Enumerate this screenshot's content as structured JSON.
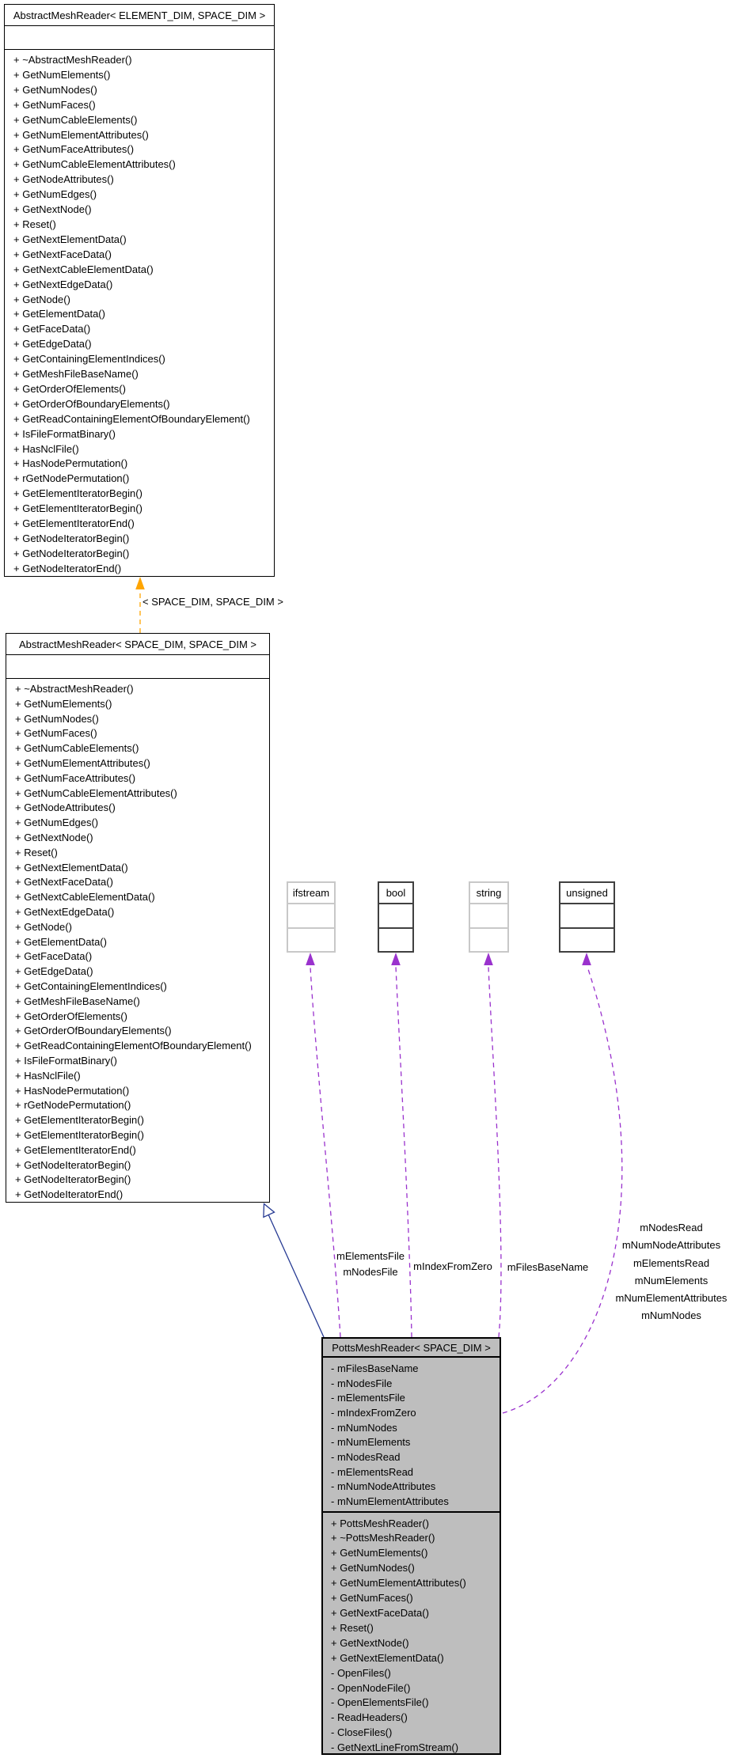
{
  "diagram": {
    "template_class": {
      "title": "AbstractMeshReader< ELEMENT_DIM, SPACE_DIM >",
      "methods": [
        "+ ~AbstractMeshReader()",
        "+ GetNumElements()",
        "+ GetNumNodes()",
        "+ GetNumFaces()",
        "+ GetNumCableElements()",
        "+ GetNumElementAttributes()",
        "+ GetNumFaceAttributes()",
        "+ GetNumCableElementAttributes()",
        "+ GetNodeAttributes()",
        "+ GetNumEdges()",
        "+ GetNextNode()",
        "+ Reset()",
        "+ GetNextElementData()",
        "+ GetNextFaceData()",
        "+ GetNextCableElementData()",
        "+ GetNextEdgeData()",
        "+ GetNode()",
        "+ GetElementData()",
        "+ GetFaceData()",
        "+ GetEdgeData()",
        "+ GetContainingElementIndices()",
        "+ GetMeshFileBaseName()",
        "+ GetOrderOfElements()",
        "+ GetOrderOfBoundaryElements()",
        "+ GetReadContainingElementOfBoundaryElement()",
        "+ IsFileFormatBinary()",
        "+ HasNclFile()",
        "+ HasNodePermutation()",
        "+ rGetNodePermutation()",
        "+ GetElementIteratorBegin()",
        "+ GetElementIteratorBegin()",
        "+ GetElementIteratorEnd()",
        "+ GetNodeIteratorBegin()",
        "+ GetNodeIteratorBegin()",
        "+ GetNodeIteratorEnd()"
      ]
    },
    "template_edge_label": "< SPACE_DIM, SPACE_DIM >",
    "instance_class": {
      "title": "AbstractMeshReader< SPACE_DIM, SPACE_DIM >",
      "methods": [
        "+ ~AbstractMeshReader()",
        "+ GetNumElements()",
        "+ GetNumNodes()",
        "+ GetNumFaces()",
        "+ GetNumCableElements()",
        "+ GetNumElementAttributes()",
        "+ GetNumFaceAttributes()",
        "+ GetNumCableElementAttributes()",
        "+ GetNodeAttributes()",
        "+ GetNumEdges()",
        "+ GetNextNode()",
        "+ Reset()",
        "+ GetNextElementData()",
        "+ GetNextFaceData()",
        "+ GetNextCableElementData()",
        "+ GetNextEdgeData()",
        "+ GetNode()",
        "+ GetElementData()",
        "+ GetFaceData()",
        "+ GetEdgeData()",
        "+ GetContainingElementIndices()",
        "+ GetMeshFileBaseName()",
        "+ GetOrderOfElements()",
        "+ GetOrderOfBoundaryElements()",
        "+ GetReadContainingElementOfBoundaryElement()",
        "+ IsFileFormatBinary()",
        "+ HasNclFile()",
        "+ HasNodePermutation()",
        "+ rGetNodePermutation()",
        "+ GetElementIteratorBegin()",
        "+ GetElementIteratorBegin()",
        "+ GetElementIteratorEnd()",
        "+ GetNodeIteratorBegin()",
        "+ GetNodeIteratorBegin()",
        "+ GetNodeIteratorEnd()"
      ]
    },
    "type_boxes": [
      {
        "title": "ifstream"
      },
      {
        "title": "bool"
      },
      {
        "title": "string"
      },
      {
        "title": "unsigned"
      }
    ],
    "usage_labels": {
      "ifstream": [
        "mElementsFile",
        "mNodesFile"
      ],
      "bool": [
        "mIndexFromZero"
      ],
      "string": [
        "mFilesBaseName"
      ],
      "unsigned": [
        "mNodesRead",
        "mNumNodeAttributes",
        "mElementsRead",
        "mNumElements",
        "mNumElementAttributes",
        "mNumNodes"
      ]
    },
    "main_class": {
      "title": "PottsMeshReader< SPACE_DIM >",
      "attributes": [
        "- mFilesBaseName",
        "- mNodesFile",
        "- mElementsFile",
        "- mIndexFromZero",
        "- mNumNodes",
        "- mNumElements",
        "- mNodesRead",
        "- mElementsRead",
        "- mNumNodeAttributes",
        "- mNumElementAttributes"
      ],
      "methods": [
        "+ PottsMeshReader()",
        "+ ~PottsMeshReader()",
        "+ GetNumElements()",
        "+ GetNumNodes()",
        "+ GetNumElementAttributes()",
        "+ GetNumFaces()",
        "+ GetNextFaceData()",
        "+ Reset()",
        "+ GetNextNode()",
        "+ GetNextElementData()",
        "- OpenFiles()",
        "- OpenNodeFile()",
        "- OpenElementsFile()",
        "- ReadHeaders()",
        "- CloseFiles()",
        "- GetNextLineFromStream()"
      ]
    },
    "colors": {
      "inheritance_edge": "#263a93",
      "template_edge": "#ffa500",
      "usage_edge": "#9a32cd",
      "main_class_fill": "#bebebe",
      "type_box_border_dark": "#404040",
      "type_box_border_light": "#c8c8c8"
    }
  }
}
